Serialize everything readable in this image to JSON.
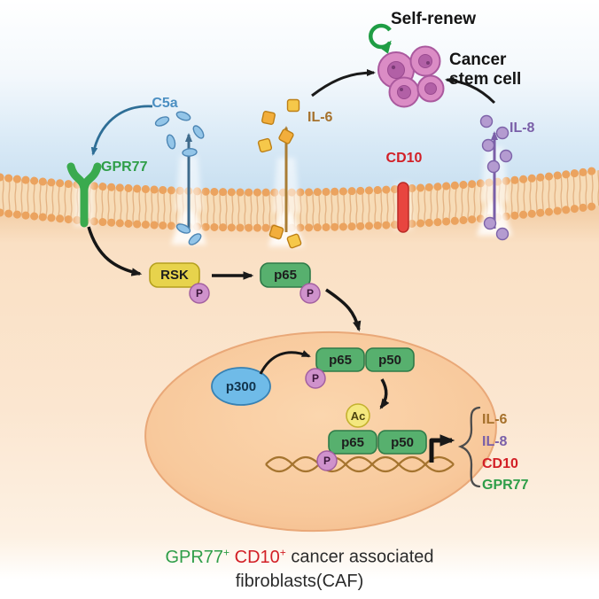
{
  "extracellular": {
    "self_renew_label": "Self-renew",
    "cancer_stem_cell_line1": "Cancer",
    "cancer_stem_cell_line2": "stem cell",
    "c5a_label": "C5a",
    "il6_label": "IL-6",
    "il8_label": "IL-8"
  },
  "membrane": {
    "gpr77_label": "GPR77",
    "cd10_label": "CD10"
  },
  "cytoplasm": {
    "rsk_label": "RSK",
    "p65_label": "p65",
    "phospho_label": "P"
  },
  "nucleus": {
    "p300_label": "p300",
    "p65_label": "p65",
    "p50_label": "p50",
    "ac_label": "Ac",
    "phospho_label": "P",
    "target_genes": [
      "IL-6",
      "IL-8",
      "CD10",
      "GPR77"
    ]
  },
  "caption": {
    "gpr77": "GPR77",
    "gpr77_sup": "+",
    "cd10": "CD10",
    "cd10_sup": "+",
    "rest_line1": " cancer associated",
    "line2": "fibroblasts(CAF)"
  },
  "colors": {
    "c5a_blue": "#4b8fc2",
    "gpr77_green": "#2f9e49",
    "il6_brown": "#a6712c",
    "cd10_red": "#d21f26",
    "il8_purple": "#7a5fa8",
    "membrane_tan": "#eba35f",
    "nucleus_peach": "#f8c99c",
    "stem_cell_pink": "#db8cc5",
    "phospho_purple": "#cf92cc",
    "protein_green": "#57b06e",
    "rsk_yellow": "#e7d34c",
    "p300_blue": "#6fbbe8"
  }
}
